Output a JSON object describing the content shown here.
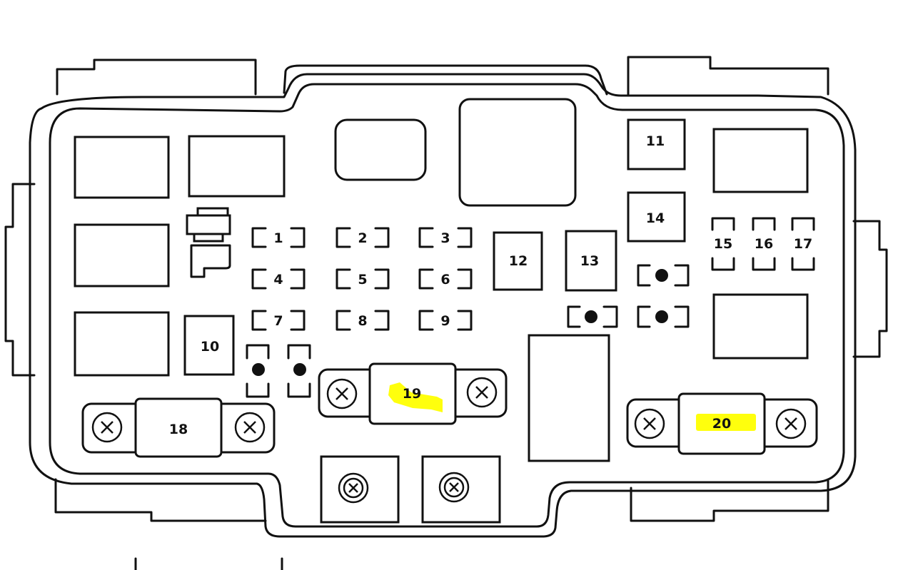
{
  "fuse_labels": {
    "f1": "1",
    "f2": "2",
    "f3": "3",
    "f4": "4",
    "f5": "5",
    "f6": "6",
    "f7": "7",
    "f8": "8",
    "f9": "9",
    "f10": "10",
    "f11": "11",
    "f12": "12",
    "f13": "13",
    "f14": "14",
    "f15": "15",
    "f16": "16",
    "f17": "17",
    "f18": "18",
    "f19": "19",
    "f20": "20"
  },
  "highlighted": [
    "19",
    "20"
  ],
  "highlight_color": "#ffff00",
  "line_color": "#111111"
}
